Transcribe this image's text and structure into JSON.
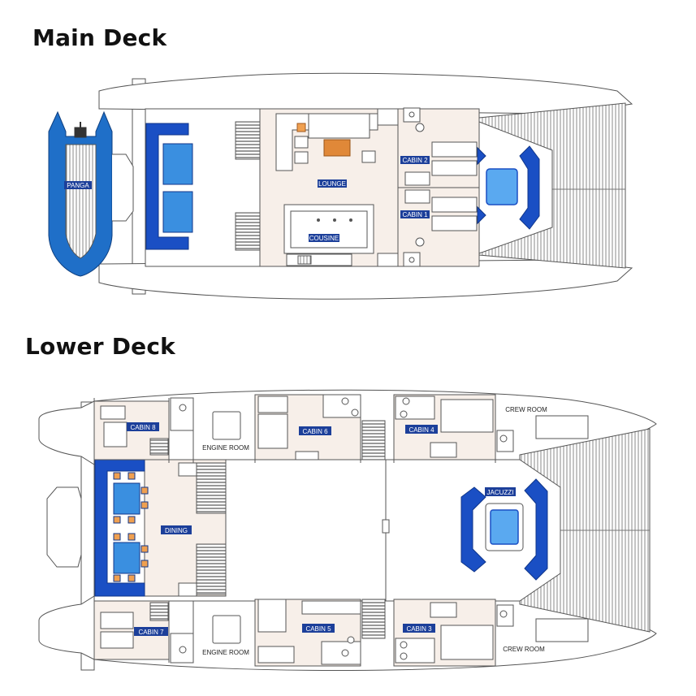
{
  "decks": {
    "main": {
      "title": "Main Deck",
      "labels": {
        "panga": "PANGA",
        "lounge": "LOUNGE",
        "cousine": "COUSINE",
        "cabin2": "CABIN 2",
        "cabin1": "CABIN 1"
      }
    },
    "lower": {
      "title": "Lower Deck",
      "labels": {
        "cabin8": "CABIN 8",
        "engine_room_top": "ENGINE ROOM",
        "cabin6": "CABIN 6",
        "cabin4": "CABIN 4",
        "crew_room_top": "CREW ROOM",
        "dining": "DINING",
        "jacuzzi": "JACUZZI",
        "cabin7": "CABIN 7",
        "engine_room_bottom": "ENGINE ROOM",
        "cabin5": "CABIN 5",
        "cabin3": "CABIN 3",
        "crew_room_bottom": "CREW ROOM"
      }
    }
  },
  "colors": {
    "accent_blue": "#1a4fc4",
    "light_blue": "#3a8fe0",
    "pool_blue": "#5aa9f0",
    "floor_tint": "#f7efe9",
    "outline": "#555555"
  }
}
